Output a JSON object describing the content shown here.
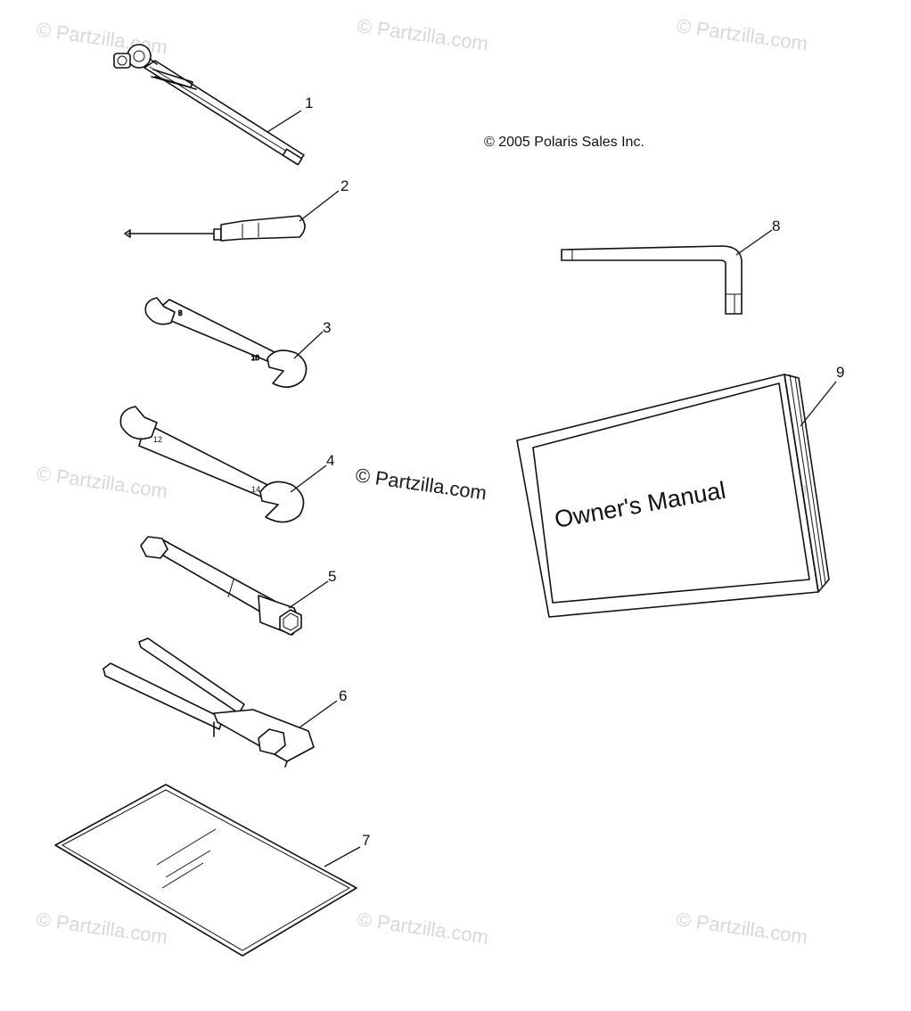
{
  "copyright": "© 2005 Polaris Sales Inc.",
  "watermark": "© Partzilla.com",
  "center_watermark": "© Partzilla.com",
  "manual_title": "Owner's Manual",
  "callouts": [
    "1",
    "2",
    "3",
    "4",
    "5",
    "6",
    "7",
    "8",
    "9"
  ],
  "colors": {
    "line": "#111111",
    "watermark": "#d8d8d8",
    "background": "#ffffff"
  }
}
